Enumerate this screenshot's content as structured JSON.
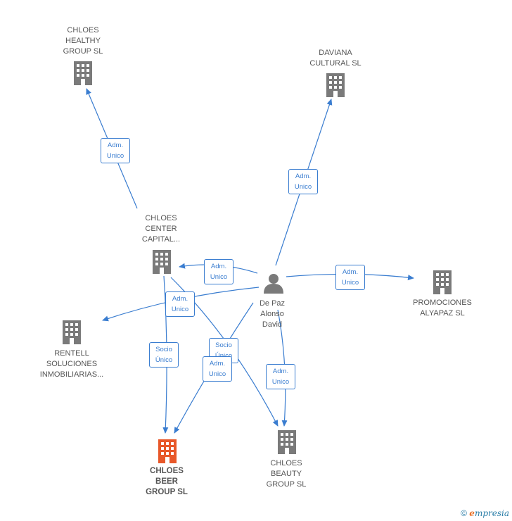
{
  "nodes": {
    "healthy": {
      "label": "CHLOES\nHEALTHY\nGROUP  SL",
      "type": "company"
    },
    "daviana": {
      "label": "DAVIANA\nCULTURAL  SL",
      "type": "company"
    },
    "center": {
      "label": "CHLOES\nCENTER\nCAPITAL...",
      "type": "company"
    },
    "person": {
      "label": "De Paz\nAlonso\nDavid",
      "type": "person"
    },
    "promociones": {
      "label": "PROMOCIONES\nALYAPAZ  SL",
      "type": "company"
    },
    "rentell": {
      "label": "RENTELL\nSOLUCIONES\nINMOBILIARIAS...",
      "type": "company"
    },
    "beer": {
      "label": "CHLOES\nBEER\nGROUP  SL",
      "type": "company-main"
    },
    "beauty": {
      "label": "CHLOES\nBEAUTY\nGROUP  SL",
      "type": "company"
    }
  },
  "edges": [
    {
      "from": "center",
      "to": "healthy",
      "label": "Adm.\nUnico"
    },
    {
      "from": "person",
      "to": "daviana",
      "label": "Adm.\nUnico"
    },
    {
      "from": "person",
      "to": "center",
      "label": "Adm.\nUnico"
    },
    {
      "from": "person",
      "to": "promociones",
      "label": "Adm.\nUnico"
    },
    {
      "from": "person",
      "to": "rentell",
      "label": "Adm.\nUnico"
    },
    {
      "from": "center",
      "to": "beer",
      "label": "Socio\nÚnico"
    },
    {
      "from": "center",
      "to": "beauty",
      "label": "Socio\nÚnico"
    },
    {
      "from": "person",
      "to": "beer",
      "label": "Adm.\nUnico"
    },
    {
      "from": "person",
      "to": "beauty",
      "label": "Adm.\nUnico"
    }
  ],
  "colors": {
    "edge": "#3a7dd0",
    "building": "#7a7a7a",
    "building_main": "#e8582a",
    "person": "#7a7a7a"
  },
  "copyright": {
    "symbol": "©",
    "brand_first": "e",
    "brand_rest": "mpresia"
  }
}
